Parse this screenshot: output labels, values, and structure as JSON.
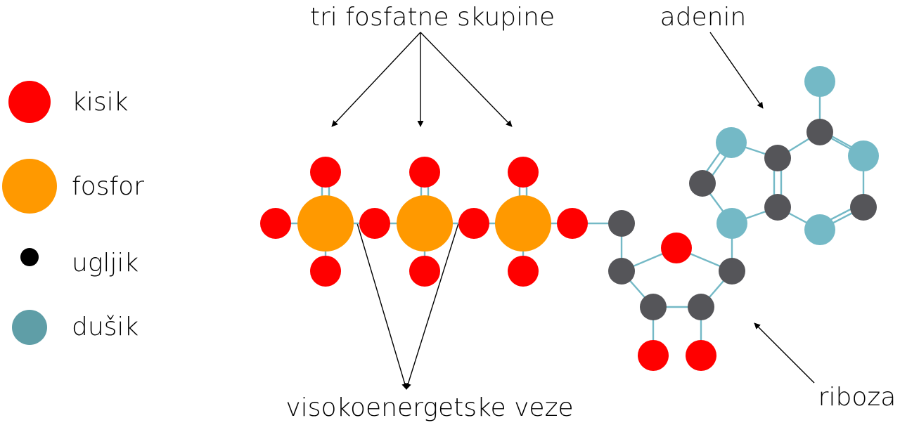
{
  "legend": {
    "oxygen": "kisik",
    "phosphorus": "fosfor",
    "carbon": "ugljik",
    "nitrogen": "dušik"
  },
  "labels": {
    "phosphate_groups": "tri fosfatne skupine",
    "adenine": "adenin",
    "high_energy_bonds": "visokoenergetske veze",
    "ribose": "riboza"
  },
  "colors": {
    "oxygen": "#ff0000",
    "phosphorus": "#ff9900",
    "carbon": "#555559",
    "carbon_legend": "#000000",
    "nitrogen": "#74b9c6",
    "nitrogen_legend": "#5f9ea7",
    "bond": "#74b9c6",
    "text": "#000000"
  }
}
